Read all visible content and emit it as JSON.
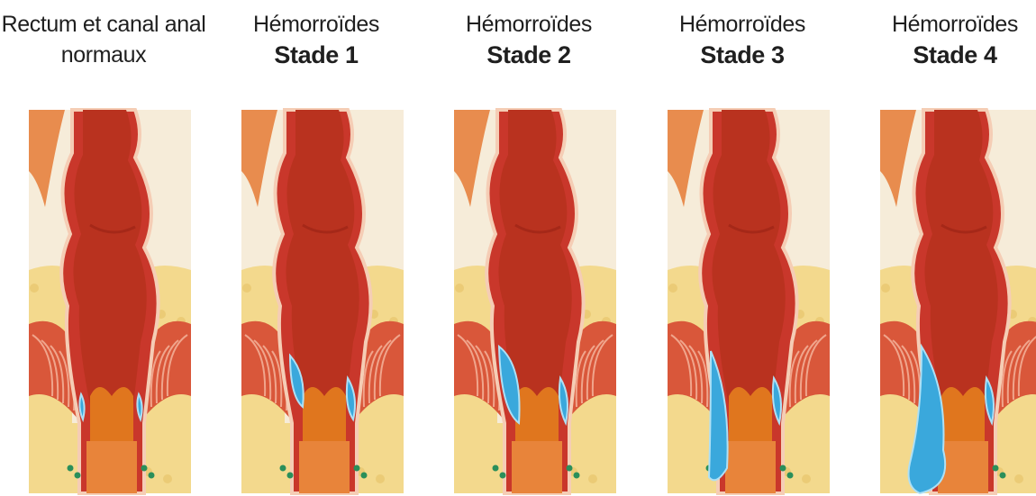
{
  "panels": [
    {
      "line1": "Rectum et canal anal",
      "line2": "normaux",
      "line2_bold": false,
      "hemorrhoid_stage": 0
    },
    {
      "line1": "Hémorroïdes",
      "line2": "Stade 1",
      "line2_bold": true,
      "hemorrhoid_stage": 1
    },
    {
      "line1": "Hémorroïdes",
      "line2": "Stade 2",
      "line2_bold": true,
      "hemorrhoid_stage": 2
    },
    {
      "line1": "Hémorroïdes",
      "line2": "Stade 3",
      "line2_bold": true,
      "hemorrhoid_stage": 3
    },
    {
      "line1": "Hémorroïdes",
      "line2": "Stade 4",
      "line2_bold": true,
      "hemorrhoid_stage": 4
    }
  ],
  "colors": {
    "background": "#ffffff",
    "panel_bg": "#f6ecd9",
    "fat": "#f3d98d",
    "fat_dots": "#e6c167",
    "rectum_wall": "#c9372b",
    "rectum_inner": "#b9321f",
    "rectum_outline": "#f5cdb5",
    "muscle": "#d9573a",
    "muscle_stripe": "#f0a58c",
    "anal_canal": "#e0761e",
    "hemorrhoid": "#3aa8dc",
    "hemorrhoid_light": "#aee0f5",
    "green_dots": "#2a8f5a"
  }
}
